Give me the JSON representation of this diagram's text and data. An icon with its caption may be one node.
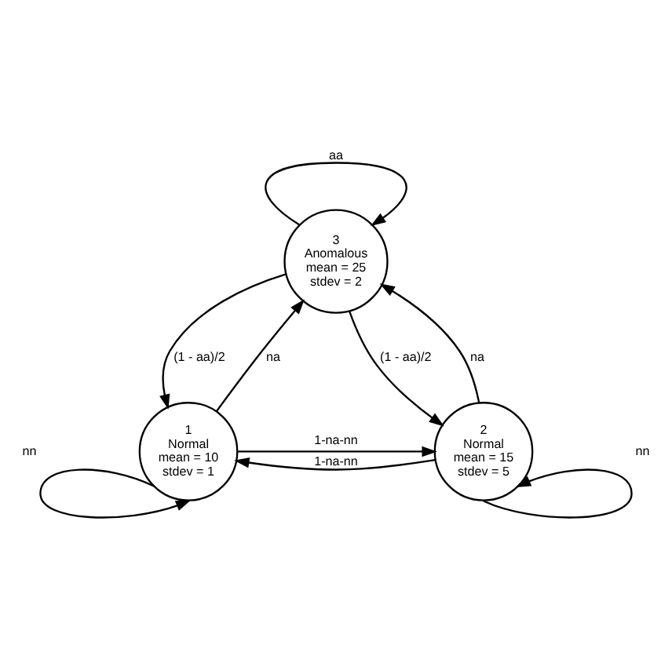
{
  "diagram": {
    "nodes": [
      {
        "text": [
          "3",
          "Anomalous",
          "mean = 25",
          "stdev = 2"
        ]
      },
      {
        "text": [
          "1",
          "Normal",
          "mean = 10",
          "stdev = 1"
        ]
      },
      {
        "text": [
          "2",
          "Normal",
          "mean = 15",
          "stdev = 5"
        ]
      }
    ],
    "edges": [
      {
        "from": 0,
        "to": 0,
        "arrow": "to",
        "label": "aa"
      },
      {
        "from": 1,
        "to": 0,
        "arrow": "to",
        "label": "na"
      },
      {
        "from": 0,
        "to": 1,
        "arrow": "to",
        "label": "(1 - aa)/2"
      },
      {
        "from": 2,
        "to": 0,
        "arrow": "to",
        "label": "na"
      },
      {
        "from": 0,
        "to": 2,
        "arrow": "to",
        "label": "(1 - aa)/2"
      },
      {
        "from": 1,
        "to": 2,
        "arrow": "to",
        "label": "1-na-nn"
      },
      {
        "from": 2,
        "to": 1,
        "arrow": "to",
        "label": "1-na-nn"
      },
      {
        "from": 1,
        "to": 1,
        "arrow": "to",
        "label": "nn"
      },
      {
        "from": 2,
        "to": 2,
        "arrow": "to",
        "label": "nn"
      }
    ]
  }
}
